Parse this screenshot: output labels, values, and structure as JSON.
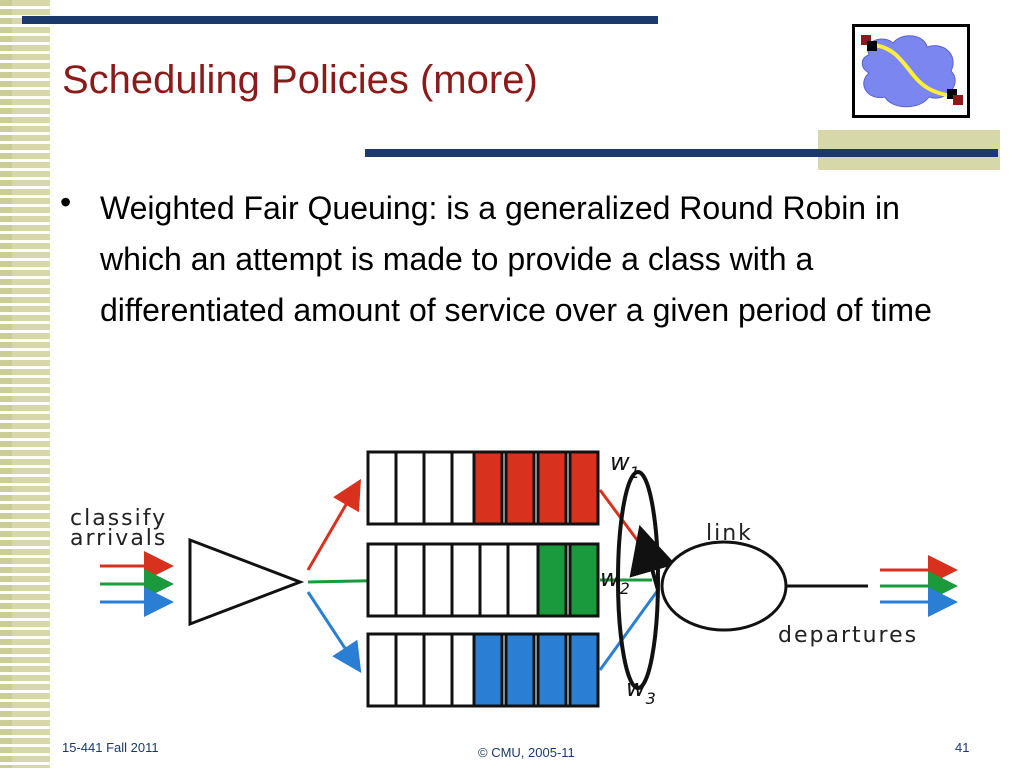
{
  "slide": {
    "title": "Scheduling Policies (more)",
    "bullet": "Weighted Fair Queuing: is a generalized Round Robin in which an attempt is made to provide a class with a differentiated amount of service over a given period of time"
  },
  "diagram": {
    "classify_line1": "classify",
    "classify_line2": "arrivals",
    "link": "link",
    "departures": "departures",
    "w1": "w",
    "w1_sub": "1",
    "w2": "w",
    "w2_sub": "2",
    "w3": "w",
    "w3_sub": "3",
    "colors": {
      "red": "#d8321f",
      "green": "#1a9a3c",
      "blue": "#2a7fd4"
    }
  },
  "footer": {
    "left": "15-441 Fall 2011",
    "center": "© CMU, 2005-11",
    "right": "41"
  }
}
